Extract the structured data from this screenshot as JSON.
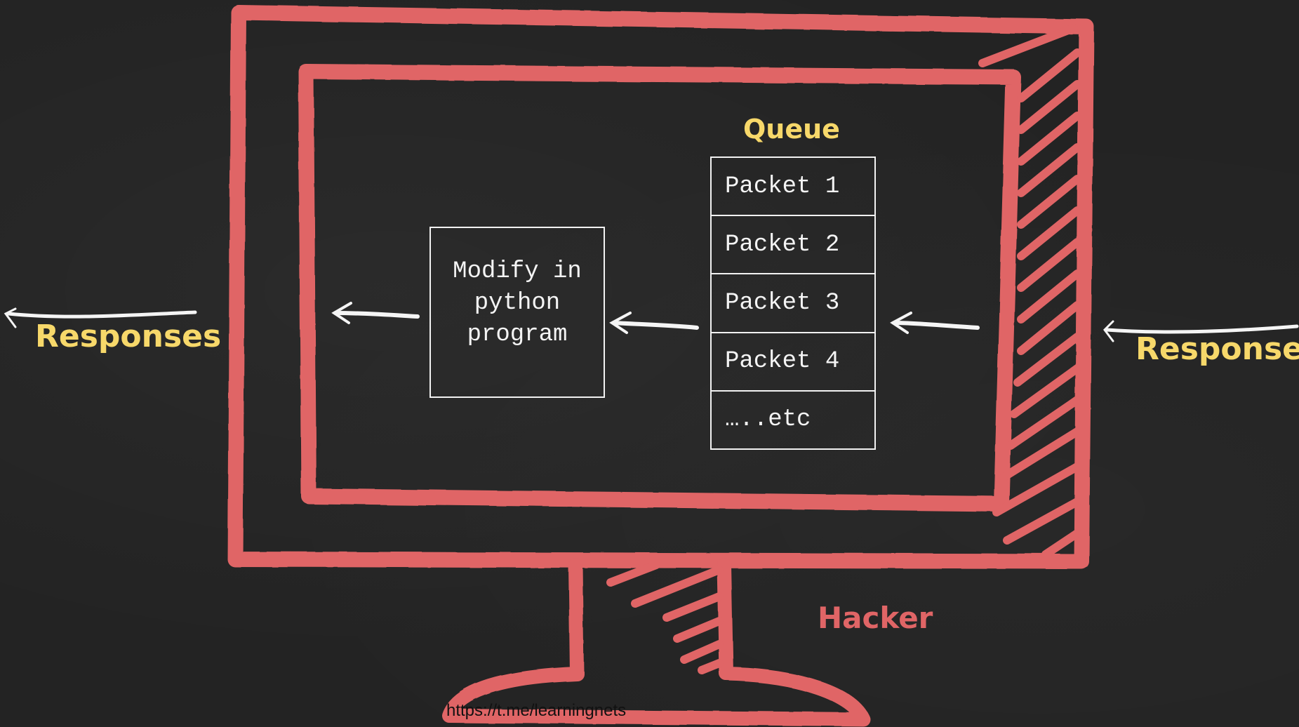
{
  "colors": {
    "background": "#232323",
    "monitor": "#e06566",
    "accent_yellow": "#f7d86a",
    "box_stroke": "#f2f2f2",
    "arrow": "#f5f5f5"
  },
  "labels": {
    "queue_title": "Queue",
    "responses_left": "Responses",
    "responses_right": "Responses",
    "hacker": "Hacker"
  },
  "modify_box": {
    "text": "Modify in\npython\nprogram"
  },
  "queue": {
    "items": [
      "Packet 1",
      "Packet 2",
      "Packet 3",
      "Packet 4",
      "…..etc"
    ]
  },
  "icons": [
    "monitor-drawing",
    "arrow-left-icon"
  ],
  "footer": {
    "link_text": "https://t.me/learningnets"
  }
}
